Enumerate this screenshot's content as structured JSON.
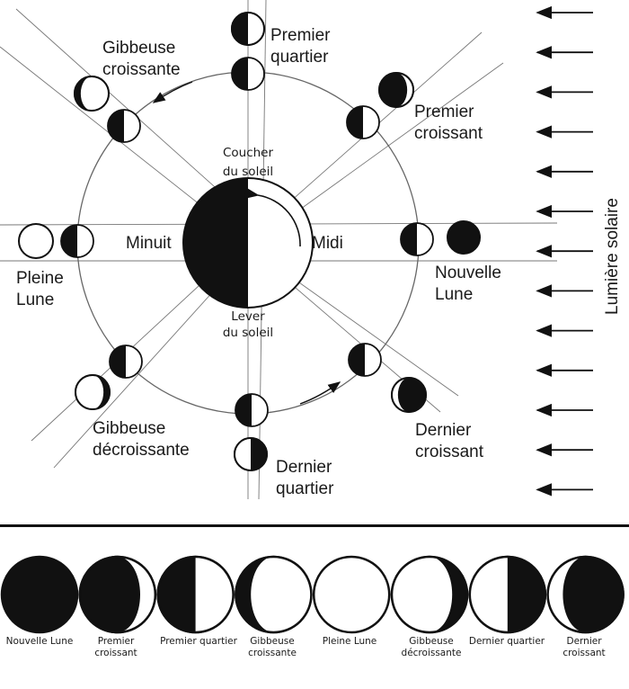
{
  "orbit_labels": {
    "premier_quartier": [
      "Premier",
      "quartier"
    ],
    "gibbeuse_croissante": [
      "Gibbeuse",
      "croissante"
    ],
    "premier_croissant": [
      "Premier",
      "croissant"
    ],
    "pleine_lune": [
      "Pleine",
      "Lune"
    ],
    "nouvelle_lune": [
      "Nouvelle",
      "Lune"
    ],
    "gibbeuse_decroissante": [
      "Gibbeuse",
      "décroissante"
    ],
    "dernier_croissant": [
      "Dernier",
      "croissant"
    ],
    "dernier_quartier": [
      "Dernier",
      "quartier"
    ]
  },
  "earth_labels": {
    "coucher": [
      "Coucher",
      "du soleil"
    ],
    "lever": [
      "Lever",
      "du soleil"
    ],
    "minuit": "Minuit",
    "midi": "Midi"
  },
  "sunlight_label": "Lumière solaire",
  "phase_strip": [
    {
      "label": [
        "Nouvelle Lune"
      ],
      "phase": "new"
    },
    {
      "label": [
        "Premier",
        "croissant"
      ],
      "phase": "waxing-crescent"
    },
    {
      "label": [
        "Premier quartier"
      ],
      "phase": "first-quarter"
    },
    {
      "label": [
        "Gibbeuse",
        "croissante"
      ],
      "phase": "waxing-gibbous"
    },
    {
      "label": [
        "Pleine Lune"
      ],
      "phase": "full"
    },
    {
      "label": [
        "Gibbeuse",
        "décroissante"
      ],
      "phase": "waning-gibbous"
    },
    {
      "label": [
        "Dernier quartier"
      ],
      "phase": "third-quarter"
    },
    {
      "label": [
        "Dernier",
        "croissant"
      ],
      "phase": "waning-crescent"
    }
  ],
  "colors": {
    "ink": "#111111",
    "line": "#777777",
    "paper": "#ffffff"
  }
}
